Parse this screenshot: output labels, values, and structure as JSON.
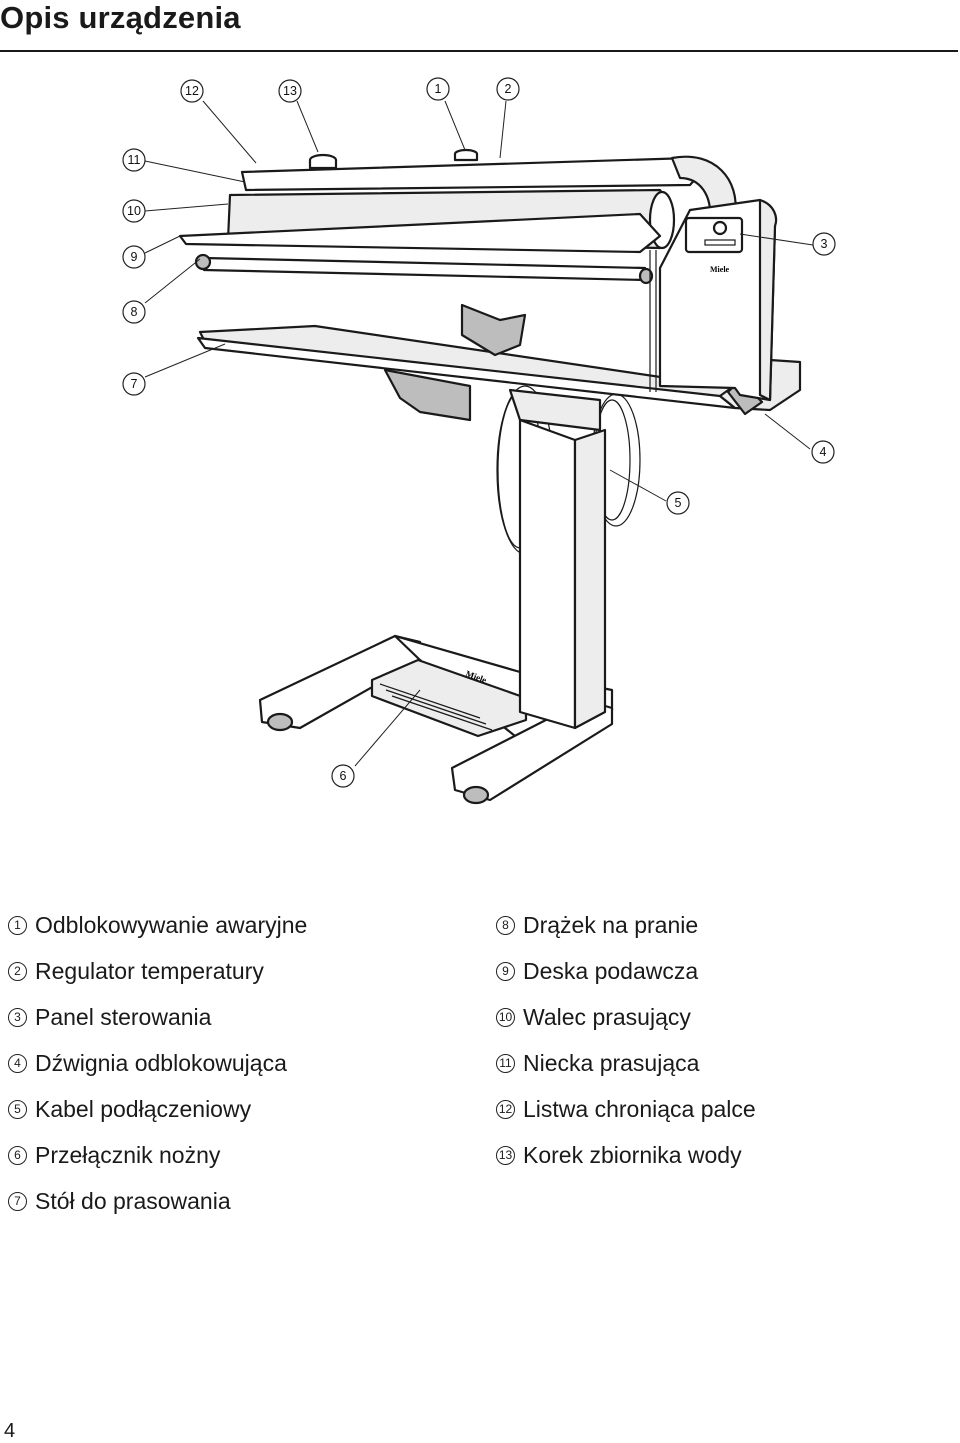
{
  "page": {
    "title": "Opis urządzenia",
    "page_number": "4"
  },
  "callouts": [
    "1",
    "2",
    "3",
    "4",
    "5",
    "6",
    "7",
    "8",
    "9",
    "10",
    "11",
    "12",
    "13"
  ],
  "brand": "Miele",
  "legend_left": [
    {
      "num": "1",
      "text": "Odblokowywanie awaryjne"
    },
    {
      "num": "2",
      "text": "Regulator temperatury"
    },
    {
      "num": "3",
      "text": "Panel sterowania"
    },
    {
      "num": "4",
      "text": "Dźwignia odblokowująca"
    },
    {
      "num": "5",
      "text": "Kabel podłączeniowy"
    },
    {
      "num": "6",
      "text": "Przełącznik nożny"
    },
    {
      "num": "7",
      "text": "Stół do prasowania"
    }
  ],
  "legend_right": [
    {
      "num": "8",
      "text": "Drążek na pranie"
    },
    {
      "num": "9",
      "text": "Deska podawcza"
    },
    {
      "num": "10",
      "text": "Walec prasujący"
    },
    {
      "num": "11",
      "text": "Niecka prasująca"
    },
    {
      "num": "12",
      "text": "Listwa chroniąca palce"
    },
    {
      "num": "13",
      "text": "Korek zbiornika wody"
    }
  ]
}
